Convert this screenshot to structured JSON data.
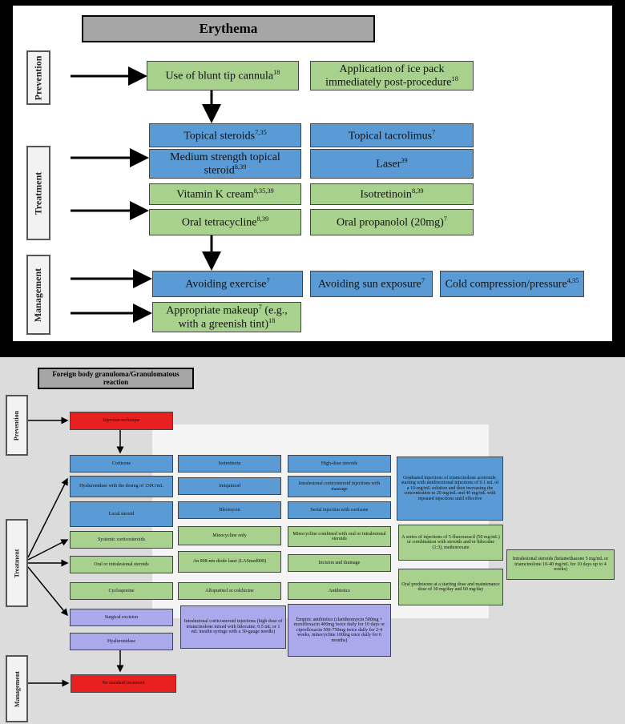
{
  "erythema": {
    "title": "Erythema",
    "sections": {
      "prevention": "Prevention",
      "treatment": "Treatment",
      "management": "Management"
    },
    "prevention": [
      {
        "text": "Use of blunt tip cannula",
        "ref": "18"
      },
      {
        "text": "Application of ice pack immediately post-procedure",
        "ref": "18"
      }
    ],
    "treatment": [
      {
        "text": "Topical steroids",
        "ref": "7,35"
      },
      {
        "text": "Topical tacrolimus",
        "ref": "7"
      },
      {
        "text": "Medium strength topical steroid",
        "ref": "8,39"
      },
      {
        "text": "Laser",
        "ref": "39"
      },
      {
        "text": "Vitamin K cream",
        "ref": "8,35,39"
      },
      {
        "text": "Isotretinoin",
        "ref": "8,39"
      },
      {
        "text": "Oral tetracycline",
        "ref": "8,39"
      },
      {
        "text": "Oral propanolol (20mg)",
        "ref": "7"
      }
    ],
    "management": [
      {
        "text": "Avoiding exercise",
        "ref": "7"
      },
      {
        "text": "Avoiding sun exposure",
        "ref": "7"
      },
      {
        "text": "Cold compression/pressure",
        "ref": "4,35"
      },
      {
        "text": "Appropriate makeup",
        "ref": "7",
        "text2": " (e.g., with a greenish tint)",
        "ref2": "18"
      }
    ]
  },
  "granuloma": {
    "title": "Foreign body granuloma/Granulomatous reaction",
    "sections": {
      "prevention": "Prevention",
      "treatment": "Treatment",
      "management": "Management"
    },
    "prevention": "Injection technique",
    "management": "No standard treatment",
    "col1": [
      "Cortisone",
      "Hyaluronidase with the dosing of 150U/mL",
      "Local steroid",
      "Systemic corticosteroids",
      "Oral or intralesional steroids",
      "Cyclosporine",
      "Surgical excision",
      "Hyaluronidase"
    ],
    "col2": [
      "Isotretinoin",
      "Imiquimod",
      "Bleomycin",
      "Minocycline only",
      "An 808-nm diode laser (LASmed808)",
      "Allopurinol or colchicine",
      "Intralesional corticosteroid injections (high dose of triamcinolone mixed with lidocaine; 0.5 mL or 1 mL insulin syringe with a 30-gauge needle)"
    ],
    "col3": [
      "High-dose steroids",
      "Intralesional corticosteroid injections with massage",
      "Serial injection with cortisone",
      "Minocycline combined with oral or intralesional steroids",
      "Incision and drainage",
      "Antibiotics",
      "Empiric antibiotics (clarithromycin 500mg + moxifloxacin 400mg twice daily for 10 days or ciprofloxacin 500-750mg twice daily for 2-4 weeks, minocycline 100mg once daily for 6 months)"
    ],
    "col4": [
      "Graduated injections of triamcinolone acetonide, starting with unidirectional injections of 0.1 mL of a 10-mg/mL solution and then increasing the concentration to 20 mg/mL and 40 mg/mL with repeated injections until effective",
      "A series of injections of 5-fluorouracil (50 mg/mL) or combination with steroids and/or lidocaine (1:3), methotrexate",
      "Oral prednisone at a starting dose and maintenance dose of 30 mg/day and 60 mg/day"
    ],
    "col5": [
      "Intralesional steroids (betamethasone 5 mg/mL or triamcinolone 10-40 mg/mL for 10 days up to 4 weeks)"
    ]
  }
}
